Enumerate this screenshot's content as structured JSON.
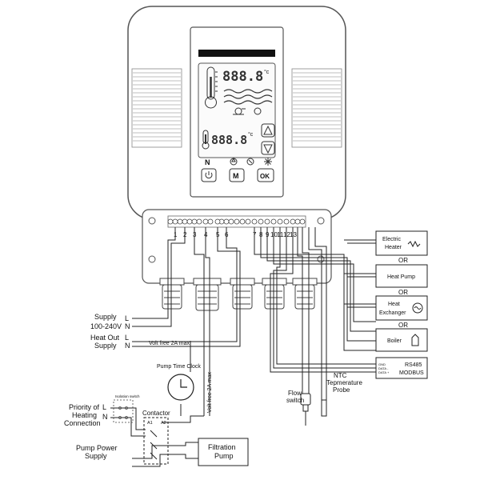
{
  "controller": {
    "display": {
      "segment_main": "888.8",
      "segment_sub": "888.8",
      "unit": "°c",
      "mode_letter": "N",
      "buttons": {
        "m": "M",
        "ok": "OK"
      }
    },
    "terminals": [
      "1",
      "2",
      "3",
      "4",
      "5",
      "6",
      "7",
      "8",
      "9",
      "10",
      "11",
      "12",
      "13"
    ]
  },
  "wiring": {
    "supply": {
      "line1": "Supply",
      "line2": "100-240V",
      "L": "L",
      "N": "N"
    },
    "heat_out": {
      "line1": "Heat Out",
      "line2": "Supply",
      "L": "L",
      "N": "N"
    },
    "volt_free_h": "Volt free 2A max",
    "volt_free_v": "Volt free 2A max",
    "pump_time_clock": "Pump Time Clock",
    "isolation_switch": "Isolation switch",
    "priority": {
      "line1": "Priority of",
      "line2": "Heating",
      "line3": "Connection",
      "L": "L",
      "N": "N"
    },
    "contactor": {
      "label": "Contactor",
      "A1": "A1",
      "A2": "A2"
    },
    "pump_power": {
      "line1": "Pump Power",
      "line2": "Supply"
    },
    "filtration_pump": {
      "line1": "Filtration",
      "line2": "Pump"
    },
    "flow_switch": {
      "line1": "Flow",
      "line2": "switch"
    },
    "ntc": {
      "line1": "NTC",
      "line2": "Tepmerature",
      "line3": "Probe"
    }
  },
  "heat_sources": {
    "electric_heater": {
      "line1": "Electric",
      "line2": "Heater"
    },
    "or": "OR",
    "heat_pump": "Heat Pump",
    "heat_exchanger": {
      "line1": "Heat",
      "line2": "Exchanger"
    },
    "boiler": "Boiler",
    "rs485": {
      "line1": "RS485",
      "line2": "MODBUS",
      "gnd": "GND",
      "data_minus": "DATA -",
      "data_plus": "DATA +"
    }
  }
}
